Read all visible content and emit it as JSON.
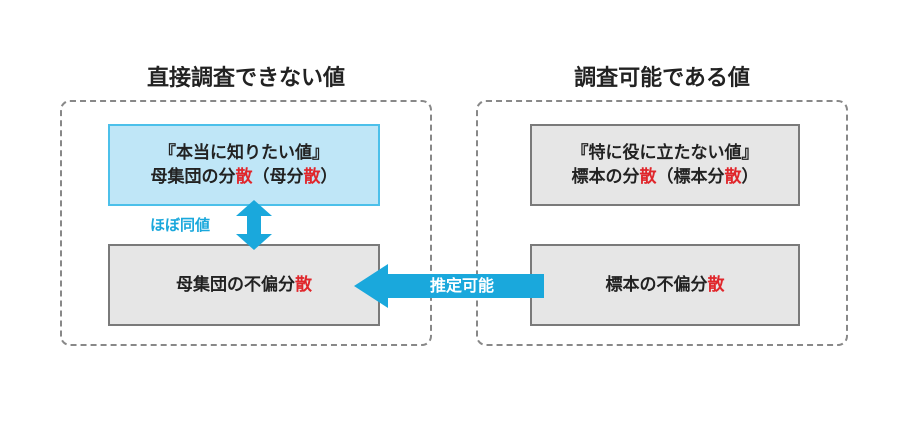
{
  "headings": {
    "left": "直接調査できない値",
    "right": "調査可能である値"
  },
  "left_panel": {
    "top_box": {
      "line1": "『本当に知りたい値』",
      "line2_prefix": "母集団の分",
      "line2_red": "散",
      "line2_mid": "（母分",
      "line2_red2": "散",
      "line2_suffix": "）"
    },
    "bottom_box": {
      "prefix": "母集団の不偏分",
      "red": "散"
    },
    "relation_label": "ほぼ同値"
  },
  "right_panel": {
    "top_box": {
      "line1": "『特に役に立たない値』",
      "line2_prefix": "標本の分",
      "line2_red": "散",
      "line2_mid": "（標本分",
      "line2_red2": "散",
      "line2_suffix": "）"
    },
    "bottom_box": {
      "prefix": "標本の不偏分",
      "red": "散"
    }
  },
  "arrow": {
    "label": "推定可能"
  },
  "colors": {
    "accent_blue": "#1aa8dc",
    "light_blue_fill": "#bfe6f7",
    "gray_fill": "#e6e6e6",
    "highlight_red": "#e0262b"
  }
}
